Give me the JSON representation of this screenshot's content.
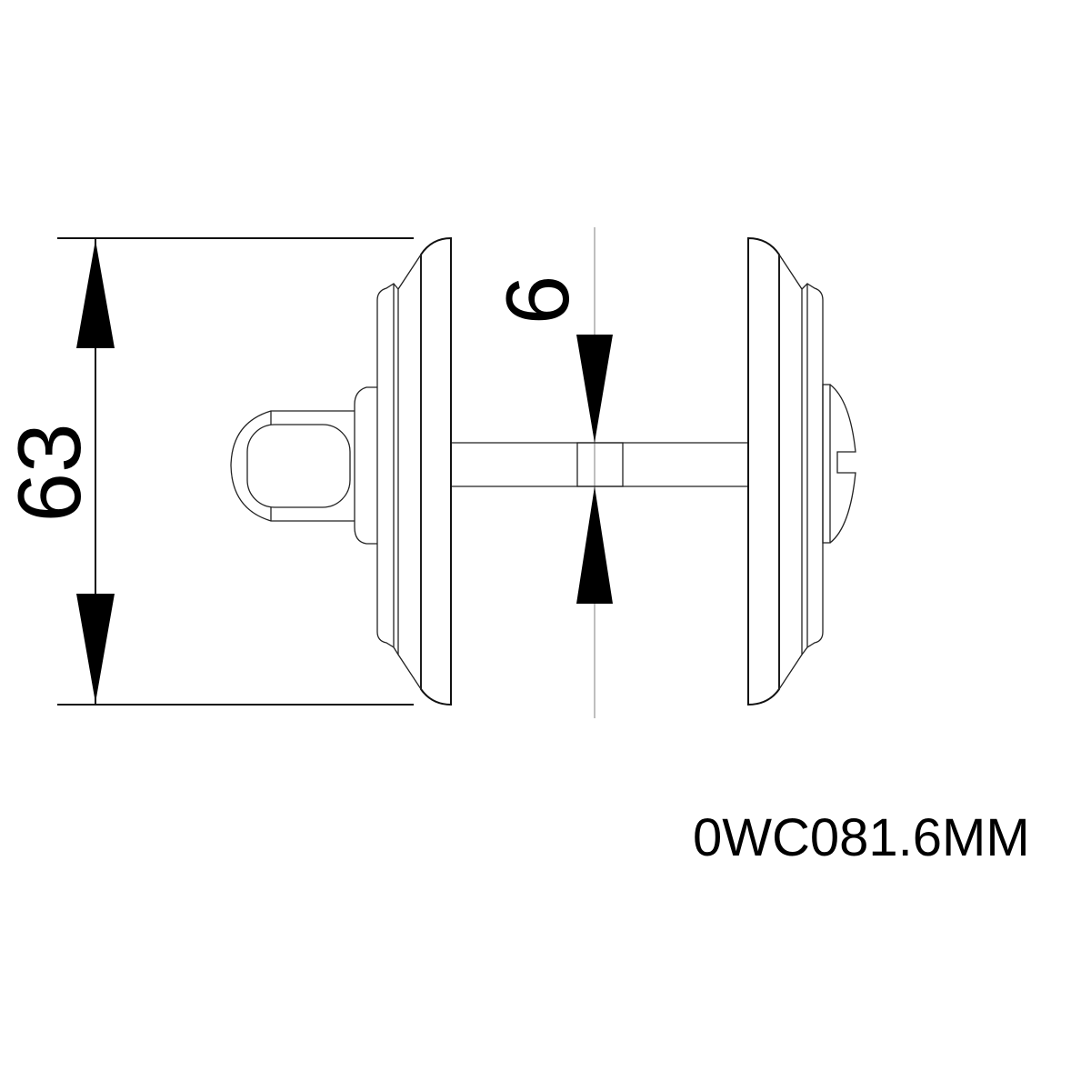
{
  "dimensions": {
    "height_label": "63",
    "gap_label": "6"
  },
  "product_code": "0WC081.6MM",
  "colors": {
    "line": "#111111",
    "background": "#ffffff",
    "centerline": "#aaaaaa"
  }
}
